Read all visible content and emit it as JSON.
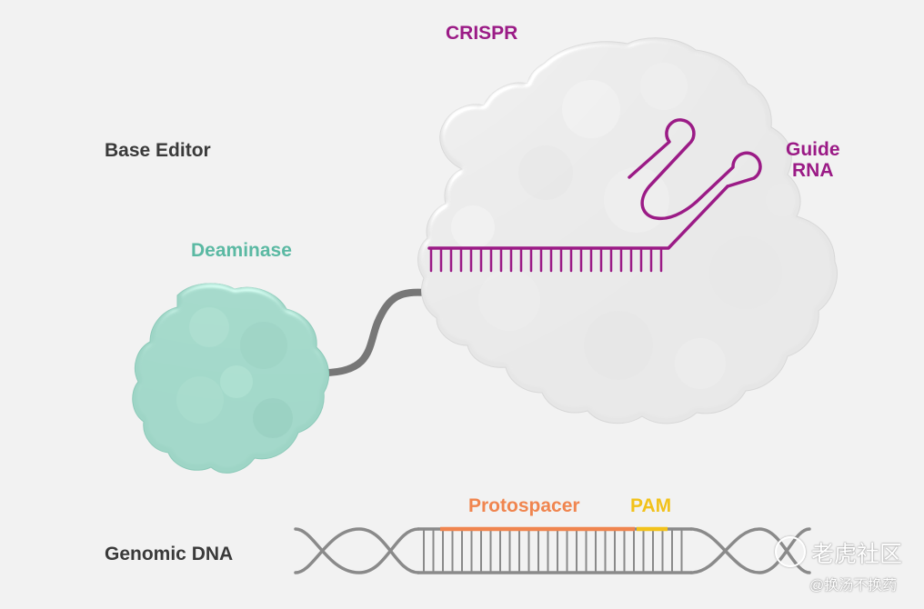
{
  "labels": {
    "crispr": "CRISPR",
    "base_editor": "Base Editor",
    "guide_rna_line1": "Guide",
    "guide_rna_line2": "RNA",
    "deaminase": "Deaminase",
    "protospacer": "Protospacer",
    "pam": "PAM",
    "genomic_dna": "Genomic DNA"
  },
  "watermark": {
    "line1": "老虎社区",
    "line2": "@换汤不换药"
  },
  "colors": {
    "background": "#f2f2f2",
    "crispr_label": "#9b1b86",
    "guide_rna": "#9b1b86",
    "deaminase": "#9ad3c4",
    "deaminase_label": "#5bb9a3",
    "crispr_protein": "#e4e4e4",
    "linker": "#777777",
    "protospacer": "#f0854f",
    "pam": "#f2c21b",
    "dna": "#888888",
    "text_dark": "#3a3a3a"
  }
}
